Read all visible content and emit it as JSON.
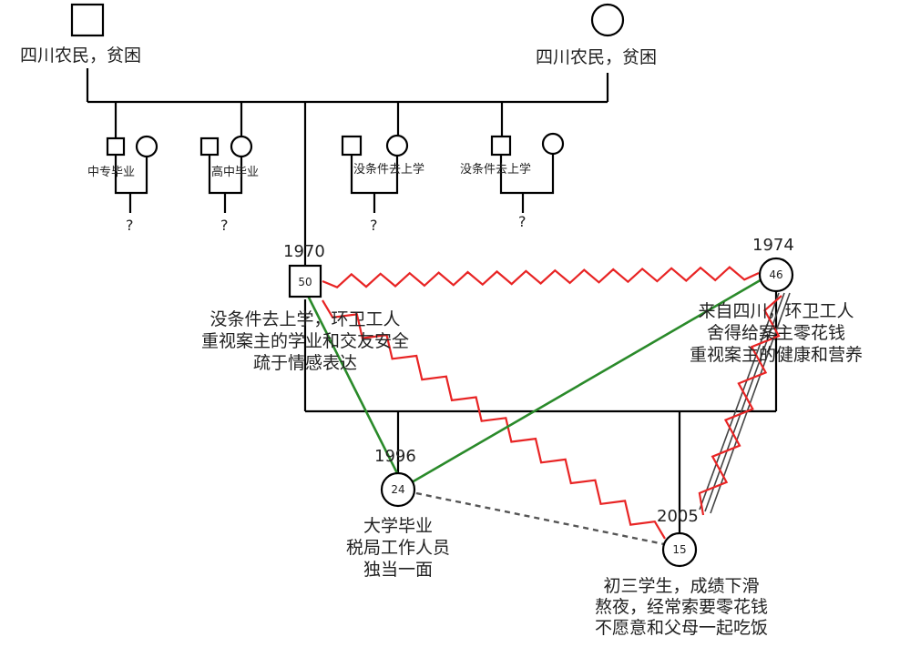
{
  "grandparents": {
    "grandfather": {
      "label": "四川农民，贫困"
    },
    "grandmother": {
      "label": "四川农民，贫困"
    }
  },
  "siblings": [
    {
      "label": "中专毕业",
      "child": "?"
    },
    {
      "label": "高中毕业",
      "child": "?"
    },
    {
      "label": "没条件去上学",
      "child": "?"
    },
    {
      "label": "没条件去上学",
      "child": "?"
    }
  ],
  "father": {
    "birth_year": "1970",
    "age": "50",
    "lines": [
      "没条件去上学，环卫工人",
      "重视案主的学业和交友安全",
      "疏于情感表达"
    ]
  },
  "mother": {
    "birth_year": "1974",
    "age": "46",
    "lines": [
      "来自四川，环卫工人",
      "舍得给案主零花钱",
      "重视案主的健康和营养"
    ]
  },
  "elder_child": {
    "birth_year": "1996",
    "age": "24",
    "lines": [
      "大学毕业",
      "税局工作人员",
      "独当一面"
    ]
  },
  "client": {
    "birth_year": "2005",
    "age": "15",
    "lines": [
      "初三学生，成绩下滑",
      "熬夜，经常索要零花钱",
      "不愿意和父母一起吃饭"
    ]
  },
  "colors": {
    "structure": "#000000",
    "conflict": "#e82424",
    "close": "#2a8a2a",
    "distant": "#555555"
  }
}
